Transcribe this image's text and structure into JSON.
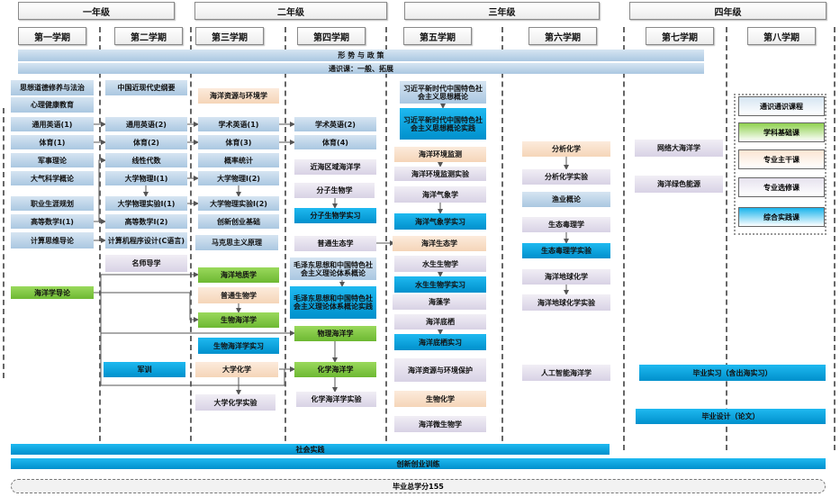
{
  "years": [
    "一年级",
    "二年级",
    "三年级",
    "四年级"
  ],
  "semesters": [
    "第一学期",
    "第二学期",
    "第三学期",
    "第四学期",
    "第五学期",
    "第六学期",
    "第七学期",
    "第八学期"
  ],
  "bars": {
    "policy": "形 势 与 政 策",
    "general_ed": "通识课：一般、拓展",
    "social_practice": "社会实践",
    "innovation": "创新创业训练",
    "internship": "毕业实习（含出海实习）",
    "thesis": "毕业设计（论文）"
  },
  "total_credits": "毕业总学分155",
  "legend": [
    {
      "label": "通识通识课程",
      "type": "general"
    },
    {
      "label": "学科基础课",
      "type": "basic"
    },
    {
      "label": "专业主干课",
      "type": "core"
    },
    {
      "label": "专业选修课",
      "type": "elective"
    },
    {
      "label": "综合实践课",
      "type": "practice"
    }
  ],
  "columns": [
    {
      "courses": [
        {
          "name": "思想道德修养与法治",
          "type": "general"
        },
        {
          "name": "心理健康教育",
          "type": "general"
        },
        {
          "name": "通用英语(1)",
          "type": "general"
        },
        {
          "name": "体育(1)",
          "type": "general"
        },
        {
          "name": "军事理论",
          "type": "general"
        },
        {
          "name": "大气科学概论",
          "type": "general"
        },
        {
          "name": "职业生涯规划",
          "type": "general"
        },
        {
          "name": "高等数学I(1)",
          "type": "general"
        },
        {
          "name": "计算思维导论",
          "type": "general"
        },
        {
          "name": "海洋学导论",
          "type": "basic"
        }
      ]
    },
    {
      "courses": [
        {
          "name": "中国近现代史纲要",
          "type": "general"
        },
        {
          "name": "通用英语(2)",
          "type": "general"
        },
        {
          "name": "体育(2)",
          "type": "general"
        },
        {
          "name": "线性代数",
          "type": "general"
        },
        {
          "name": "大学物理I(1)",
          "type": "general"
        },
        {
          "name": "大学物理实验I(1)",
          "type": "general"
        },
        {
          "name": "高等数学I(2)",
          "type": "general"
        },
        {
          "name": "计算机程序设计(C语言)",
          "type": "general"
        },
        {
          "name": "名师导学",
          "type": "elective"
        },
        {
          "name": "军训",
          "type": "practice"
        }
      ]
    },
    {
      "courses": [
        {
          "name": "海洋资源与环境学",
          "type": "core"
        },
        {
          "name": "学术英语(1)",
          "type": "general"
        },
        {
          "name": "体育(3)",
          "type": "general"
        },
        {
          "name": "概率统计",
          "type": "general"
        },
        {
          "name": "大学物理I(2)",
          "type": "general"
        },
        {
          "name": "大学物理实验I(2)",
          "type": "general"
        },
        {
          "name": "创新创业基础",
          "type": "general"
        },
        {
          "name": "马克思主义原理",
          "type": "general"
        },
        {
          "name": "海洋地质学",
          "type": "basic"
        },
        {
          "name": "普通生物学",
          "type": "core"
        },
        {
          "name": "生物海洋学",
          "type": "basic"
        },
        {
          "name": "生物海洋学实习",
          "type": "practice"
        },
        {
          "name": "大学化学",
          "type": "core"
        },
        {
          "name": "大学化学实验",
          "type": "elective"
        }
      ]
    },
    {
      "courses": [
        {
          "name": "学术英语(2)",
          "type": "general"
        },
        {
          "name": "体育(4)",
          "type": "general"
        },
        {
          "name": "近海区域海洋学",
          "type": "elective"
        },
        {
          "name": "分子生物学",
          "type": "elective"
        },
        {
          "name": "分子生物学实习",
          "type": "practice"
        },
        {
          "name": "普通生态学",
          "type": "elective"
        },
        {
          "name": "毛泽东思想和中国特色社会主义理论体系概论",
          "type": "general"
        },
        {
          "name": "毛泽东思想和中国特色社会主义理论体系概论实践",
          "type": "practice"
        },
        {
          "name": "物理海洋学",
          "type": "basic"
        },
        {
          "name": "化学海洋学",
          "type": "basic"
        },
        {
          "name": "化学海洋学实验",
          "type": "elective"
        }
      ]
    },
    {
      "courses": [
        {
          "name": "习近平新时代中国特色社会主义思想概论",
          "type": "general"
        },
        {
          "name": "习近平新时代中国特色社会主义思想概论实践",
          "type": "practice"
        },
        {
          "name": "海洋环境监测",
          "type": "core"
        },
        {
          "name": "海洋环境监测实验",
          "type": "elective"
        },
        {
          "name": "海洋气象学",
          "type": "elective"
        },
        {
          "name": "海洋气象学实习",
          "type": "practice"
        },
        {
          "name": "海洋生态学",
          "type": "core"
        },
        {
          "name": "水生生物学",
          "type": "elective"
        },
        {
          "name": "水生生物学实习",
          "type": "practice"
        },
        {
          "name": "海藻学",
          "type": "elective"
        },
        {
          "name": "海洋底栖",
          "type": "elective"
        },
        {
          "name": "海洋底栖实习",
          "type": "practice"
        },
        {
          "name": "海洋资源与环境保护",
          "type": "elective"
        },
        {
          "name": "生物化学",
          "type": "core"
        },
        {
          "name": "海洋微生物学",
          "type": "elective"
        }
      ]
    },
    {
      "courses": [
        {
          "name": "分析化学",
          "type": "core"
        },
        {
          "name": "分析化学实验",
          "type": "elective"
        },
        {
          "name": "渔业概论",
          "type": "general"
        },
        {
          "name": "生态毒理学",
          "type": "elective"
        },
        {
          "name": "生态毒理学实验",
          "type": "practice"
        },
        {
          "name": "海洋地球化学",
          "type": "elective"
        },
        {
          "name": "海洋地球化学实验",
          "type": "elective"
        },
        {
          "name": "人工智能海洋学",
          "type": "elective"
        }
      ]
    },
    {
      "courses": [
        {
          "name": "网络大海洋学",
          "type": "elective"
        },
        {
          "name": "海洋绿色能源",
          "type": "elective"
        }
      ]
    }
  ]
}
